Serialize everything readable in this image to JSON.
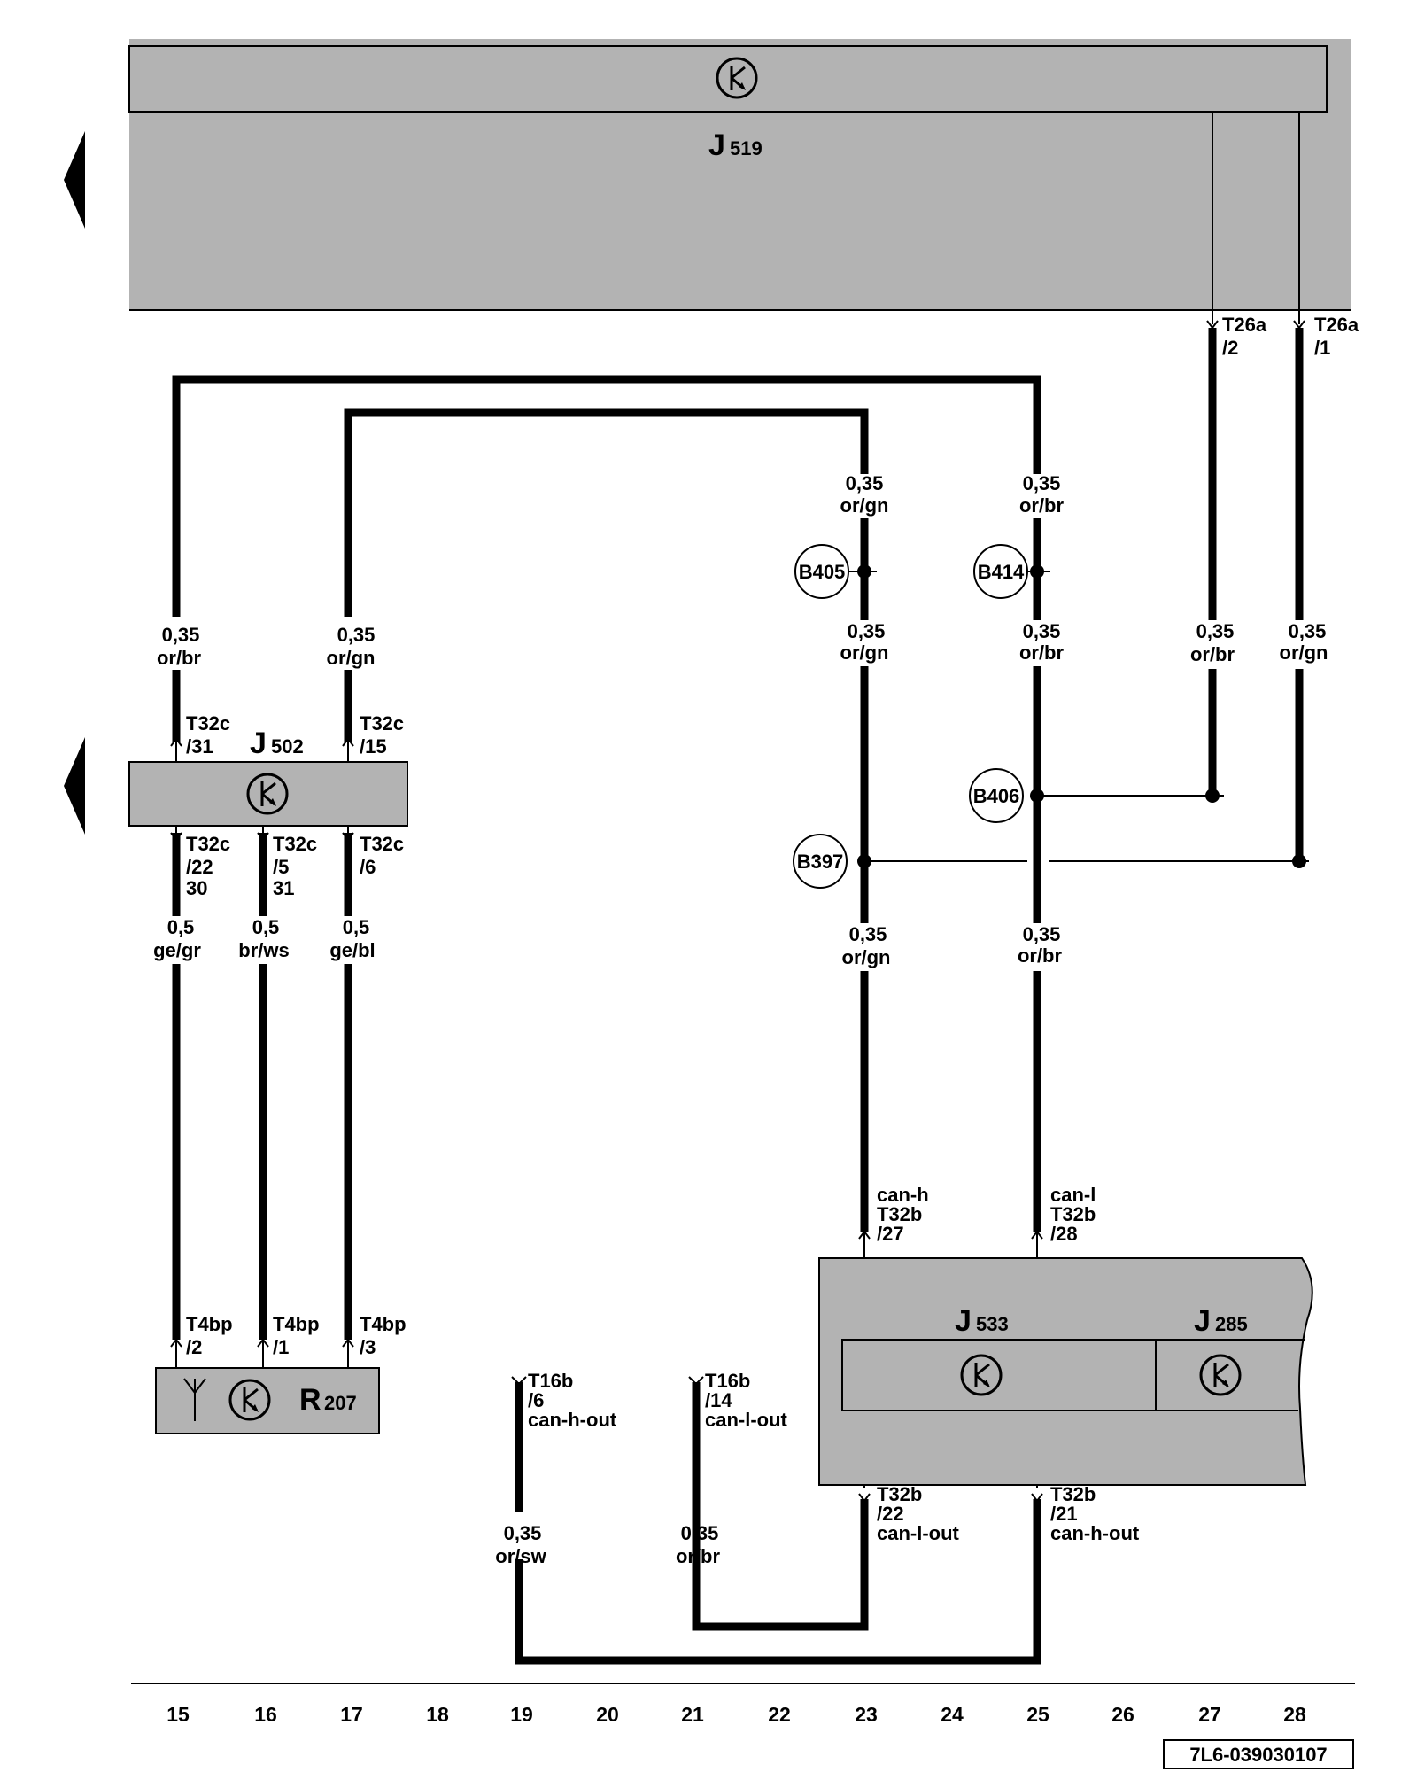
{
  "components": {
    "j519": {
      "letter": "J",
      "number": "519"
    },
    "j502": {
      "letter": "J",
      "number": "502"
    },
    "j533": {
      "letter": "J",
      "number": "533"
    },
    "j285": {
      "letter": "J",
      "number": "285"
    },
    "r207": {
      "letter": "R",
      "number": "207"
    }
  },
  "connectors": {
    "t26a_2": [
      "T26a",
      "/2"
    ],
    "t26a_1": [
      "T26a",
      "/1"
    ],
    "t32c_31": [
      "T32c",
      "/31"
    ],
    "t32c_15": [
      "T32c",
      "/15"
    ],
    "t32c_22": [
      "T32c",
      "/22",
      "30"
    ],
    "t32c_5": [
      "T32c",
      "/5",
      "31"
    ],
    "t32c_6": [
      "T32c",
      "/6"
    ],
    "t4bp_2": [
      "T4bp",
      "/2"
    ],
    "t4bp_1": [
      "T4bp",
      "/1"
    ],
    "t4bp_3": [
      "T4bp",
      "/3"
    ],
    "t32b_27": [
      "can-h",
      "T32b",
      "/27"
    ],
    "t32b_28": [
      "can-l",
      "T32b",
      "/28"
    ],
    "t32b_22": [
      "T32b",
      "/22",
      "can-l-out"
    ],
    "t32b_21": [
      "T32b",
      "/21",
      "can-h-out"
    ],
    "t16b_6": [
      "T16b",
      "/6",
      "can-h-out"
    ],
    "t16b_14": [
      "T16b",
      "/14",
      "can-l-out"
    ]
  },
  "wires": {
    "w1": [
      "0,35",
      "or/gn"
    ],
    "w2": [
      "0,35",
      "or/br"
    ],
    "w3": [
      "0,35",
      "or/gn"
    ],
    "w4": [
      "0,35",
      "or/br"
    ],
    "w5": [
      "0,35",
      "or/br"
    ],
    "w6": [
      "0,35",
      "or/gn"
    ],
    "w7": [
      "0,35",
      "or/br"
    ],
    "w8": [
      "0,35",
      "or/gn"
    ],
    "w9": [
      "0,5",
      "ge/gr"
    ],
    "w10": [
      "0,5",
      "br/ws"
    ],
    "w11": [
      "0,5",
      "ge/bl"
    ],
    "w12": [
      "0,35",
      "or/gn"
    ],
    "w13": [
      "0,35",
      "or/br"
    ],
    "w14": [
      "0,35",
      "or/sw"
    ],
    "w15": [
      "0,35",
      "or/br"
    ]
  },
  "junctions": {
    "b405": "B405",
    "b414": "B414",
    "b406": "B406",
    "b397": "B397"
  },
  "columns": [
    "15",
    "16",
    "17",
    "18",
    "19",
    "20",
    "21",
    "22",
    "23",
    "24",
    "25",
    "26",
    "27",
    "28"
  ],
  "diagram_code": "7L6-039030107",
  "icons": [
    "control-unit-symbol-icon",
    "antenna-icon",
    "page-continuation-arrow-icon"
  ]
}
